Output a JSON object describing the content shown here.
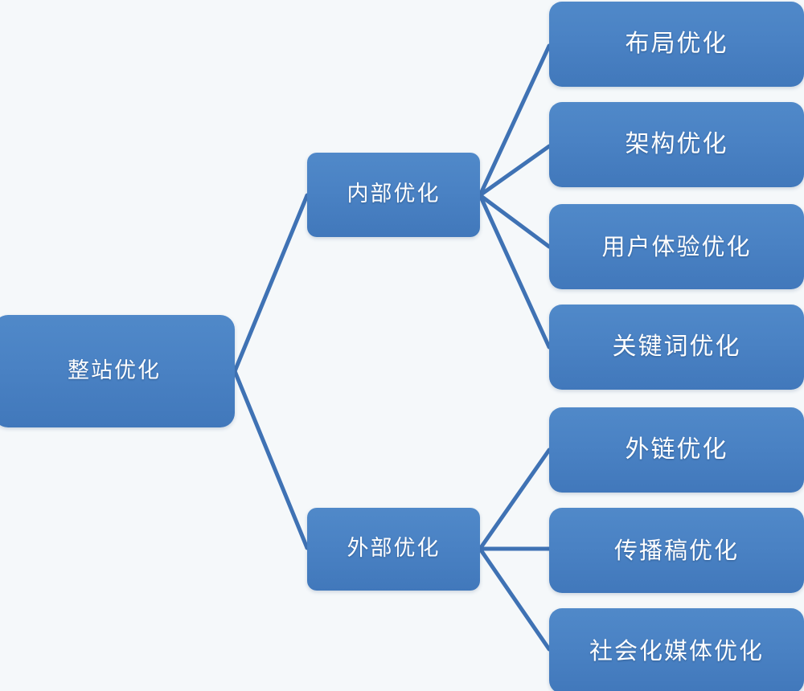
{
  "diagram": {
    "title": "整站优化",
    "type": "mindmap-tree",
    "background_color": "#f5f8fa",
    "node_color": "#4a82c4",
    "connector_color": "#3f72b4",
    "text_color": "#ffffff",
    "root": {
      "label": "整站优化"
    },
    "branches": [
      {
        "label": "内部优化",
        "children": [
          {
            "label": "布局优化"
          },
          {
            "label": "架构优化"
          },
          {
            "label": "用户体验优化"
          },
          {
            "label": "关键词优化"
          }
        ]
      },
      {
        "label": "外部优化",
        "children": [
          {
            "label": "外链优化"
          },
          {
            "label": "传播稿优化"
          },
          {
            "label": "社会化媒体优化"
          }
        ]
      }
    ]
  }
}
